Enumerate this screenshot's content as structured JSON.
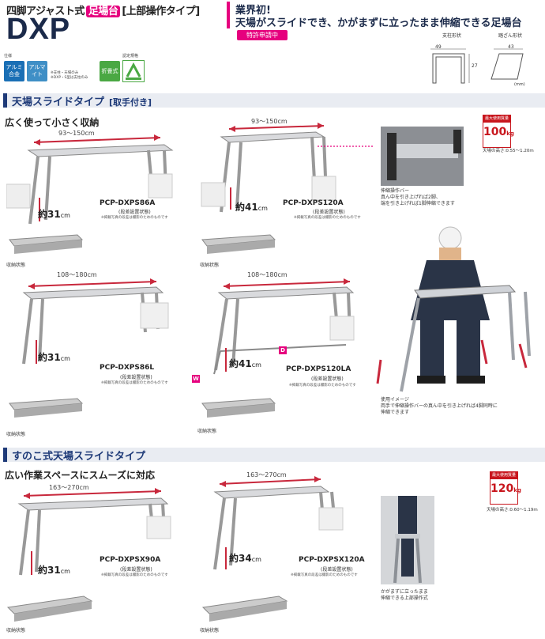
{
  "header": {
    "subtitle_pre": "四脚アジャスト式",
    "subtitle_badge": "足場台",
    "subtitle_post": "[上部操作タイプ]",
    "title": "DXP",
    "catch_line1": "業界初!",
    "catch_line2": "天場がスライドでき、かがまずに立ったまま伸縮できる足場台",
    "patent": "特許申請中"
  },
  "specs": {
    "label": "仕様",
    "icon_alu": "アルミ合金",
    "icon_alumite": "アルマイト",
    "note1": "※支柱・天場のみ",
    "note2": "※DXP・S型は支柱のみ",
    "icon_fold": "折畳式",
    "cert_label": "認定規格"
  },
  "profiles": {
    "pillar_label": "支柱形状",
    "tread_label": "踏ざん形状",
    "pillar_width": "49",
    "pillar_height": "27",
    "tread_width": "43",
    "unit": "(mm)"
  },
  "section1": {
    "title": "天場スライドタイプ",
    "title_suffix": "[取手付き]",
    "heading": "広く使って小さく収納",
    "load_caption": "最大使用質量",
    "load_value": "100",
    "load_unit": "kg",
    "height_range": "天場の高さ:0.55～1.20m",
    "lever_desc1": "伸縮操作バー",
    "lever_desc2": "真ん中を引き上げれば2脚、",
    "lever_desc3": "端を引き上げれば1脚伸縮できます",
    "usage_title": "使用イメージ",
    "usage_desc1": "両手で伸縮操作バーの真ん中を引き上げれば4脚同時に",
    "usage_desc2": "伸縮できます",
    "products": [
      {
        "span": "93～150cm",
        "height": "約31",
        "unit": "cm",
        "model": "PCP-DXPS86A",
        "state": "(段差設置状態)",
        "note": "※掲載写真の段差は撮影のためのものです",
        "stored": "収納状態"
      },
      {
        "span": "93～150cm",
        "height": "約41",
        "unit": "cm",
        "model": "PCP-DXPS120A",
        "state": "(段差設置状態)",
        "note": "※掲載写真の段差は撮影のためのものです",
        "stored": "収納状態"
      },
      {
        "span": "108～180cm",
        "height": "約31",
        "unit": "cm",
        "model": "PCP-DXPS86L",
        "state": "(段差設置状態)",
        "note": "※掲載写真の段差は撮影のためのものです",
        "stored": "収納状態"
      },
      {
        "span": "108～180cm",
        "height": "約41",
        "unit": "cm",
        "model": "PCP-DXPS120LA",
        "state": "(段差設置状態)",
        "note": "※掲載写真の段差は撮影のためのものです",
        "stored": "収納状態"
      }
    ],
    "w_label": "W",
    "d_label": "D"
  },
  "section2": {
    "title": "すのこ式天場スライドタイプ",
    "heading": "広い作業スペースにスムーズに対応",
    "load_caption": "最大使用質量",
    "load_value": "120",
    "load_unit": "kg",
    "height_range": "天場の高さ:0.60～1.19m",
    "stand_desc1": "かがまずに立ったまま",
    "stand_desc2": "伸縮できる上部操作式",
    "products": [
      {
        "span": "163～270cm",
        "height": "約31",
        "unit": "cm",
        "model": "PCP-DXPSX90A",
        "state": "(段差設置状態)",
        "note": "※掲載写真の段差は撮影のためのものです",
        "stored": "収納状態"
      },
      {
        "span": "163～270cm",
        "height": "約34",
        "unit": "cm",
        "model": "PCP-DXPSX120A",
        "state": "(段差設置状態)",
        "note": "※掲載写真の段差は撮影のためのものです",
        "stored": "収納状態"
      }
    ]
  },
  "colors": {
    "navy": "#1e3a78",
    "magenta": "#e6007e",
    "red": "#c8161d",
    "arrow": "#c8283c"
  }
}
